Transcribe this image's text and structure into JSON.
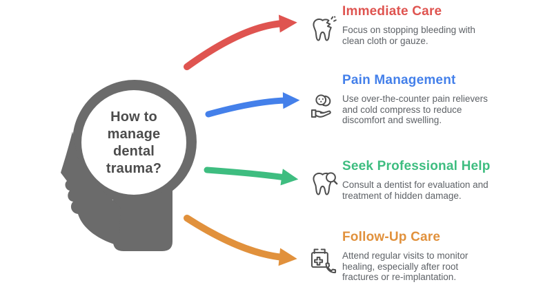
{
  "colors": {
    "red": "#df5450",
    "blue": "#4480ea",
    "green": "#3ebd80",
    "orange": "#e1913c",
    "head": "#6b6b6b",
    "title_text": "#4c4c4c",
    "body_text": "#5d6166"
  },
  "center": {
    "question": "How to manage dental trauma?",
    "question_lines": [
      "How to",
      "manage",
      "dental",
      "trauma?"
    ]
  },
  "items": [
    {
      "heading": "Immediate Care",
      "icon": "cracked-tooth-icon",
      "description": "Focus on stopping bleeding with clean cloth or gauze.",
      "description_lines": [
        "Focus on stopping bleeding with",
        "clean cloth or gauze."
      ]
    },
    {
      "heading": "Pain Management",
      "icon": "hand-medicine-icon",
      "description": "Use over-the-counter pain relievers and cold compress to reduce discomfort and swelling.",
      "description_lines": [
        "Use over-the-counter pain relievers",
        "and cold compress to reduce",
        "discomfort and swelling."
      ]
    },
    {
      "heading": "Seek Professional Help",
      "icon": "tooth-magnifier-icon",
      "description": "Consult a dentist for evaluation and treatment of hidden damage.",
      "description_lines": [
        "Consult a dentist for evaluation and",
        "treatment of hidden damage."
      ]
    },
    {
      "heading": "Follow-Up Care",
      "icon": "calendar-phone-icon",
      "description": "Attend regular visits to monitor healing, especially after root fractures or re-implantation.",
      "description_lines": [
        "Attend regular visits to monitor",
        "healing, especially after root",
        "fractures or re-implantation."
      ]
    }
  ]
}
